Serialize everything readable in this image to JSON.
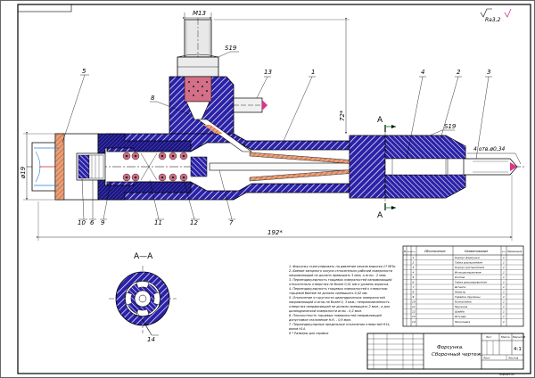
{
  "roughness": "Ra3,2",
  "dimensions": {
    "thread": "M13",
    "wrench_top": "S19",
    "wrench_nut": "S19",
    "height": "72*",
    "diameter": "ø19",
    "length": "192*",
    "holes": "4 отв.ø0,34"
  },
  "section": {
    "label": "A",
    "view_title": "А—А",
    "view_callout": "14"
  },
  "callouts": [
    "1",
    "2",
    "3",
    "4",
    "5",
    "6",
    "7",
    "8",
    "9",
    "10",
    "11",
    "12",
    "13"
  ],
  "notes": [
    "1. Форсунку отрегулировать на давление начала впрыска 17 МПа.",
    "2. Биение запорного конуса относительно рабочей поверхности",
    "направляющей не должно превышать 3 мкм, а иглы - 2 мкм.",
    "3. Перпендикулярность торцевых поверхностей направляющей",
    "относительно отверстия не более 0,01 мм и уровень впрыска.",
    "4. Перпендикулярность торцевых поверхностей к отверстию",
    "торцевой биение не должно превышать 0,02 мм.",
    "5. Отклонение от круглости цилиндрических поверхностей",
    "направляющей и иглы не более 0, 3 мкм.; непрямолинейность",
    "отверстия направляющей не должно превышать 2 мкм., а для",
    "цилиндрической поверхности иглы - 0,2 мкм.",
    "6. Плоскостность торцевых поверхностей направляющей",
    "допустимое отклонение Н.К. - 0,9 мкм.",
    "7. Перпиндикулярные предельные отклонения отверстий Н14,",
    "валов h14.",
    "8 * Размеры для справок"
  ],
  "spec_table": {
    "headers": [
      "Ф",
      "Зона",
      "Поз.",
      "Обозначение",
      "Наименование",
      "Кол.",
      "Примечание"
    ],
    "rows": [
      {
        "pos": "1",
        "name": "Корпус форсунки",
        "qty": "1"
      },
      {
        "pos": "2",
        "name": "Гайка распылителя",
        "qty": "1"
      },
      {
        "pos": "3",
        "name": "Корпус распылителя",
        "qty": "1"
      },
      {
        "pos": "4",
        "name": "Игла распылителя",
        "qty": "1"
      },
      {
        "pos": "5",
        "name": "Колпак",
        "qty": "1"
      },
      {
        "pos": "6",
        "name": "Гайка регулировочная",
        "qty": "1"
      },
      {
        "pos": "7",
        "name": "Штанга",
        "qty": "1"
      },
      {
        "pos": "8",
        "name": "Фильтр",
        "qty": "1"
      },
      {
        "pos": "9",
        "name": "Тарелка пружины",
        "qty": "1"
      },
      {
        "pos": "10",
        "name": "Контргайка",
        "qty": "1"
      },
      {
        "pos": "11",
        "name": "Пружина",
        "qty": "1"
      },
      {
        "pos": "12",
        "name": "Шайба",
        "qty": "1"
      },
      {
        "pos": "13",
        "name": "Штуцер",
        "qty": "1"
      },
      {
        "pos": "14",
        "name": "Прокладка",
        "qty": "1"
      }
    ]
  },
  "title_block": {
    "name_line1": "Форсунка.",
    "name_line2": "Сборочный чертеж.",
    "scale": "4:1",
    "scale_label": "Масштаб",
    "mass_label": "Масса",
    "lit_label": "Лит.",
    "sheet_label": "Лист",
    "sheets_label": "Листов",
    "format": "Формат А3"
  }
}
